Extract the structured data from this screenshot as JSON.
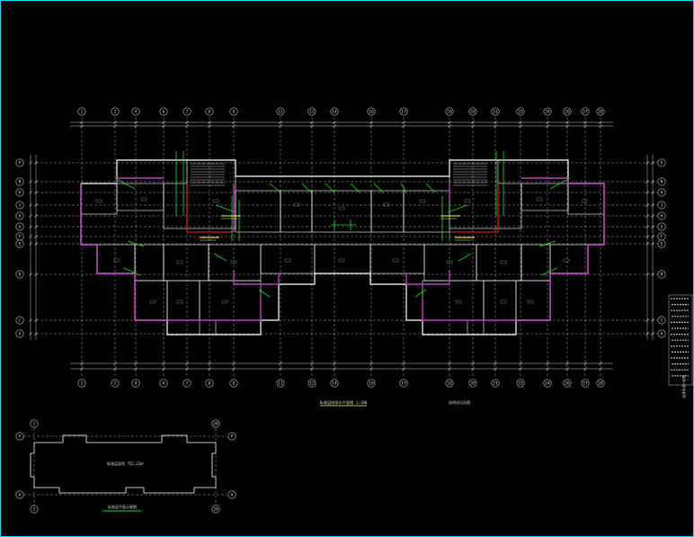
{
  "drawing": {
    "main_plan_title": "标准层给排水平面图 1:100",
    "secondary_title": "说明详见总图",
    "key_plan_title": "标准层平面示意图",
    "key_plan_area_label": "标准层面积 752.23m²",
    "notes_block": "给排水设计说明"
  },
  "grid_axes": {
    "top_labels": [
      "1",
      "2",
      "4",
      "6",
      "7",
      "8",
      "9",
      "11",
      "12",
      "14",
      "16",
      "17",
      "18",
      "20",
      "21",
      "23",
      "24",
      "26",
      "27",
      "28"
    ],
    "side_labels": [
      "P",
      "N",
      "K",
      "J",
      "H",
      "G",
      "F",
      "E",
      "D",
      "C",
      "A"
    ],
    "key_plan_labels": [
      "1",
      "28",
      "P",
      "A"
    ]
  },
  "colors": {
    "background": "#000000",
    "border": "#00e5ff",
    "walls": "#ffffff",
    "grid": "#c8c8c8",
    "partition": "#c43cc4",
    "pipes": "#22dd22",
    "riser": "#ff2222",
    "text_yellow": "#ffff55",
    "text": "#d8d8d8"
  }
}
